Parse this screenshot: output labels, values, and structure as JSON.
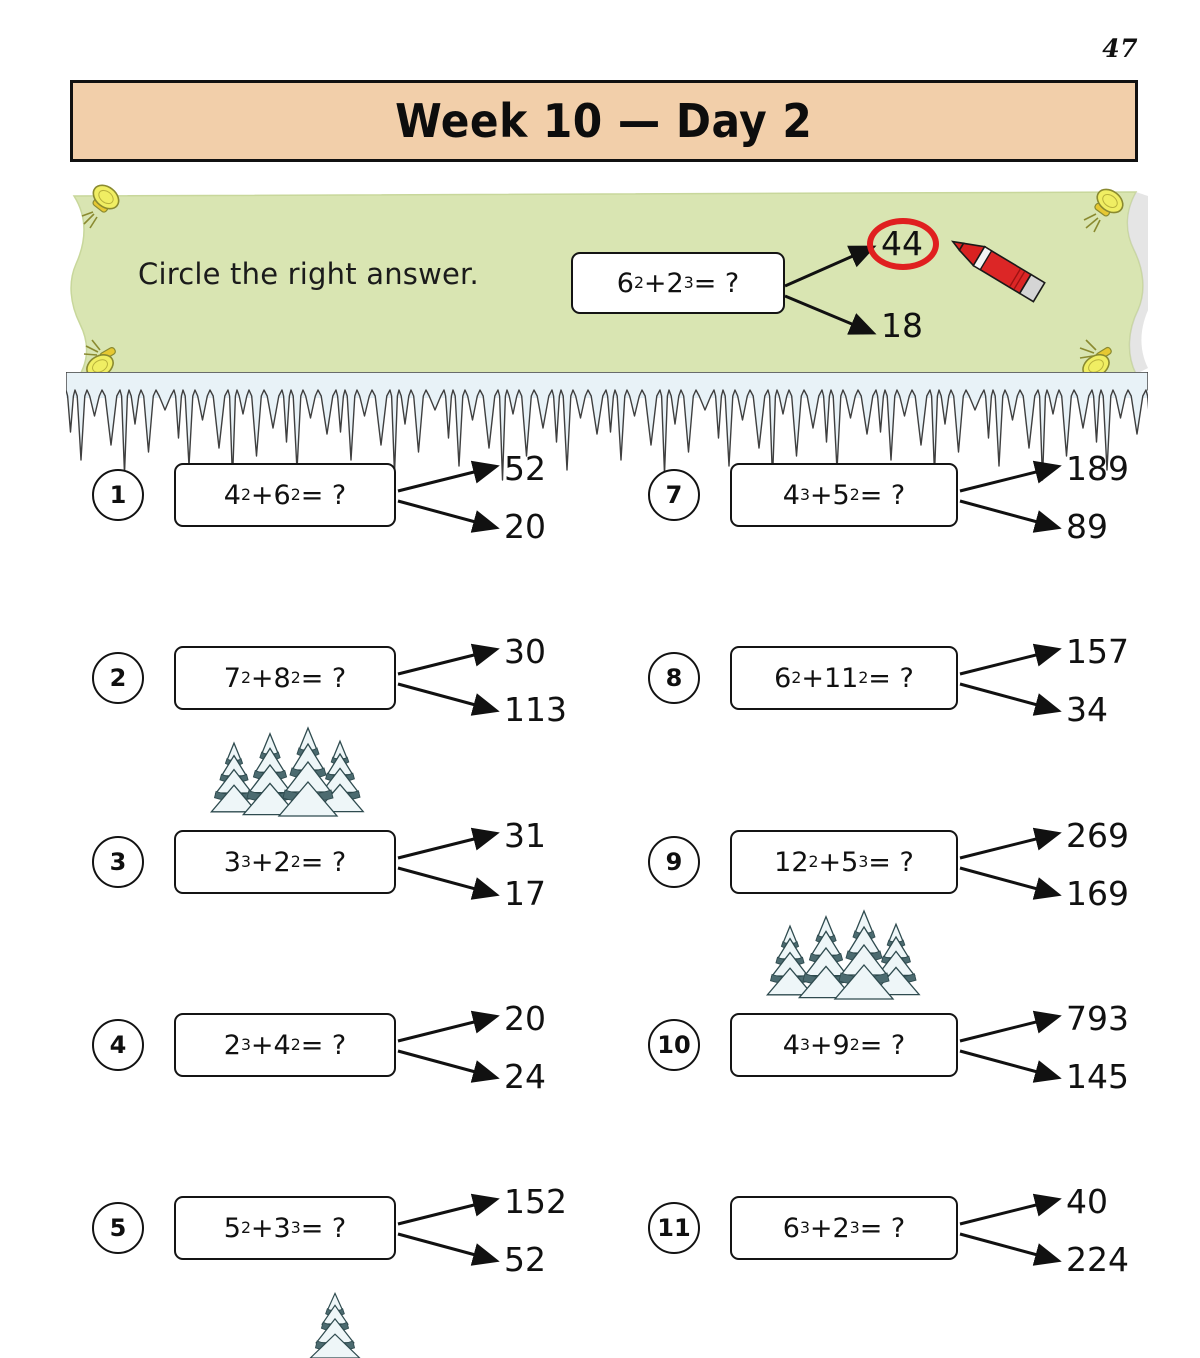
{
  "page": {
    "number": "47"
  },
  "header": {
    "title": "Week 10 — Day 2",
    "banner_color": "#f2cfaa"
  },
  "instructions": {
    "text": "Circle the right answer.",
    "banner_color": "#d9e5b2",
    "example": {
      "equation_base1": "6",
      "equation_exp1": "2",
      "equation_plus": " + ",
      "equation_base2": "2",
      "equation_exp2": "3",
      "equation_tail": " = ?",
      "answer_top": "44",
      "answer_bottom": "18",
      "circled_answer": "44",
      "circle_color": "#e01f1f",
      "pencil_color": "#d92121"
    }
  },
  "questions": [
    {
      "number": "1",
      "base1": "4",
      "exp1": "2",
      "base2": "6",
      "exp2": "2",
      "answer_top": "52",
      "answer_bottom": "20",
      "column": "left",
      "has_trees": false
    },
    {
      "number": "2",
      "base1": "7",
      "exp1": "2",
      "base2": "8",
      "exp2": "2",
      "answer_top": "30",
      "answer_bottom": "113",
      "column": "left",
      "has_trees": false
    },
    {
      "number": "3",
      "base1": "3",
      "exp1": "3",
      "base2": "2",
      "exp2": "2",
      "answer_top": "31",
      "answer_bottom": "17",
      "column": "left",
      "has_trees": true
    },
    {
      "number": "4",
      "base1": "2",
      "exp1": "3",
      "base2": "4",
      "exp2": "2",
      "answer_top": "20",
      "answer_bottom": "24",
      "column": "left",
      "has_trees": false
    },
    {
      "number": "5",
      "base1": "5",
      "exp1": "2",
      "base2": "3",
      "exp2": "3",
      "answer_top": "152",
      "answer_bottom": "52",
      "column": "left",
      "has_trees": false
    },
    {
      "number": "7",
      "base1": "4",
      "exp1": "3",
      "base2": "5",
      "exp2": "2",
      "answer_top": "189",
      "answer_bottom": "89",
      "column": "right",
      "has_trees": false
    },
    {
      "number": "8",
      "base1": "6",
      "exp1": "2",
      "base2": "11",
      "exp2": "2",
      "answer_top": "157",
      "answer_bottom": "34",
      "column": "right",
      "has_trees": false
    },
    {
      "number": "9",
      "base1": "12",
      "exp1": "2",
      "base2": "5",
      "exp2": "3",
      "answer_top": "269",
      "answer_bottom": "169",
      "column": "right",
      "has_trees": false
    },
    {
      "number": "10",
      "base1": "4",
      "exp1": "3",
      "base2": "9",
      "exp2": "2",
      "answer_top": "793",
      "answer_bottom": "145",
      "column": "right",
      "has_trees": true
    },
    {
      "number": "11",
      "base1": "6",
      "exp1": "3",
      "base2": "2",
      "exp2": "3",
      "answer_top": "40",
      "answer_bottom": "224",
      "column": "right",
      "has_trees": false
    }
  ],
  "decorations": {
    "pushpin_color": "#ecea55",
    "icicle_fill": "#dceaf2",
    "tree_snow": "#eef6f8",
    "tree_band": "#4c6b70",
    "bottom_tree": true
  }
}
